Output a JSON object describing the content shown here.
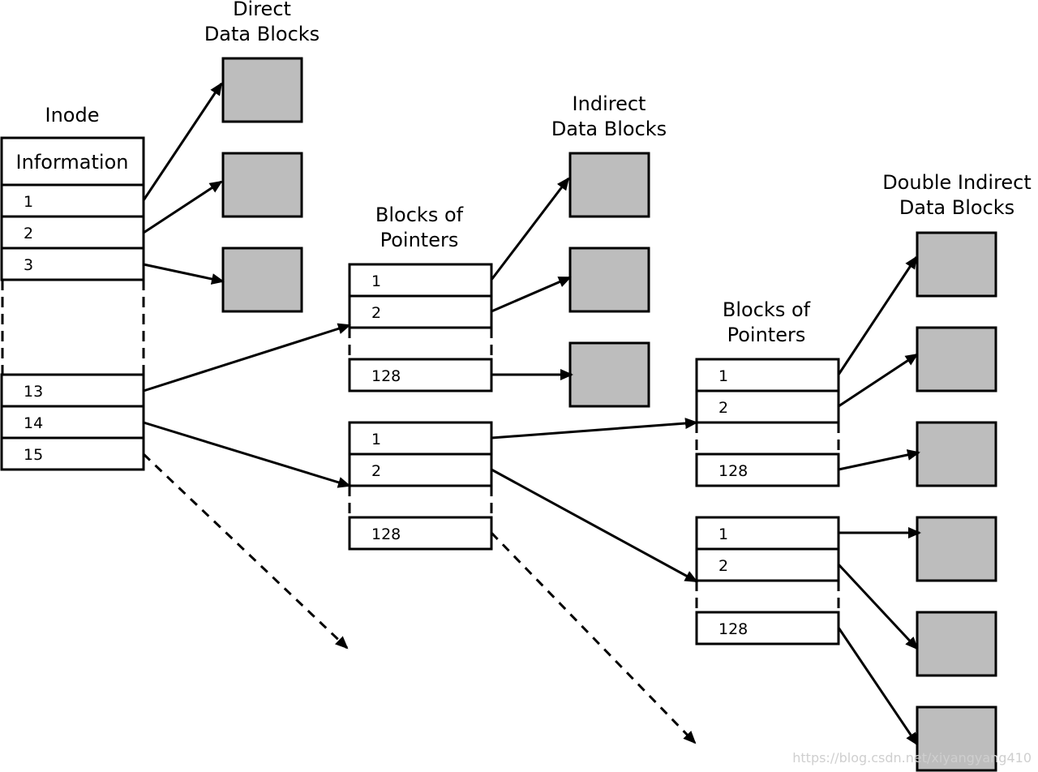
{
  "headings": {
    "direct_line1": "Direct",
    "direct_line2": "Data Blocks",
    "inode": "Inode",
    "indirect_line1": "Indirect",
    "indirect_line2": "Data Blocks",
    "bop1_line1": "Blocks of",
    "bop1_line2": "Pointers",
    "bop2_line1": "Blocks of",
    "bop2_line2": "Pointers",
    "double_line1": "Double Indirect",
    "double_line2": "Data Blocks"
  },
  "inode": {
    "info_label": "Information",
    "slots_top": [
      "1",
      "2",
      "3"
    ],
    "slots_bottom": [
      "13",
      "14",
      "15"
    ]
  },
  "pointer_blocks": {
    "single_indirect": [
      "1",
      "2",
      "128"
    ],
    "double_level1": [
      "1",
      "2",
      "128"
    ],
    "double_level2_a": [
      "1",
      "2",
      "128"
    ],
    "double_level2_b": [
      "1",
      "2",
      "128"
    ]
  },
  "watermark": "https://blog.csdn.net/xiyangyang410",
  "colors": {
    "line": "#000000",
    "data_block_fill": "#bdbdbd",
    "cell_fill": "#ffffff",
    "watermark": "#cfcfcf"
  }
}
